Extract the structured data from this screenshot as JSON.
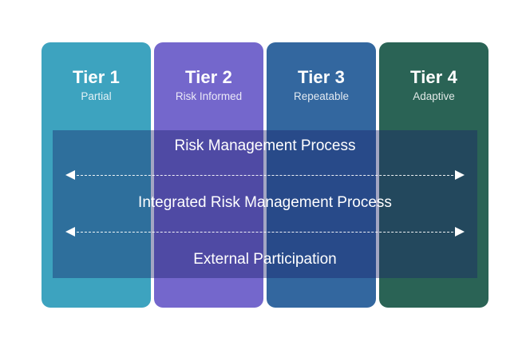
{
  "figure": {
    "background": "#ffffff",
    "tiers": [
      {
        "title": "Tier 1",
        "subtitle": "Partial",
        "color": "#3da3bf"
      },
      {
        "title": "Tier 2",
        "subtitle": "Risk Informed",
        "color": "#7467cc"
      },
      {
        "title": "Tier 3",
        "subtitle": "Repeatable",
        "color": "#33679f"
      },
      {
        "title": "Tier 4",
        "subtitle": "Adaptive",
        "color": "#2a6355"
      }
    ],
    "band": {
      "overlay_color": "#1a2068",
      "labels": [
        "Risk Management Process",
        "Integrated Risk Management Process",
        "External Participation"
      ],
      "arrows": [
        {
          "name": "risk-management-scope-arrow",
          "direction": "both"
        },
        {
          "name": "integrated-risk-management-scope-arrow",
          "direction": "both"
        }
      ],
      "arrow_style": "dashed",
      "arrow_color": "#ffffff"
    }
  }
}
